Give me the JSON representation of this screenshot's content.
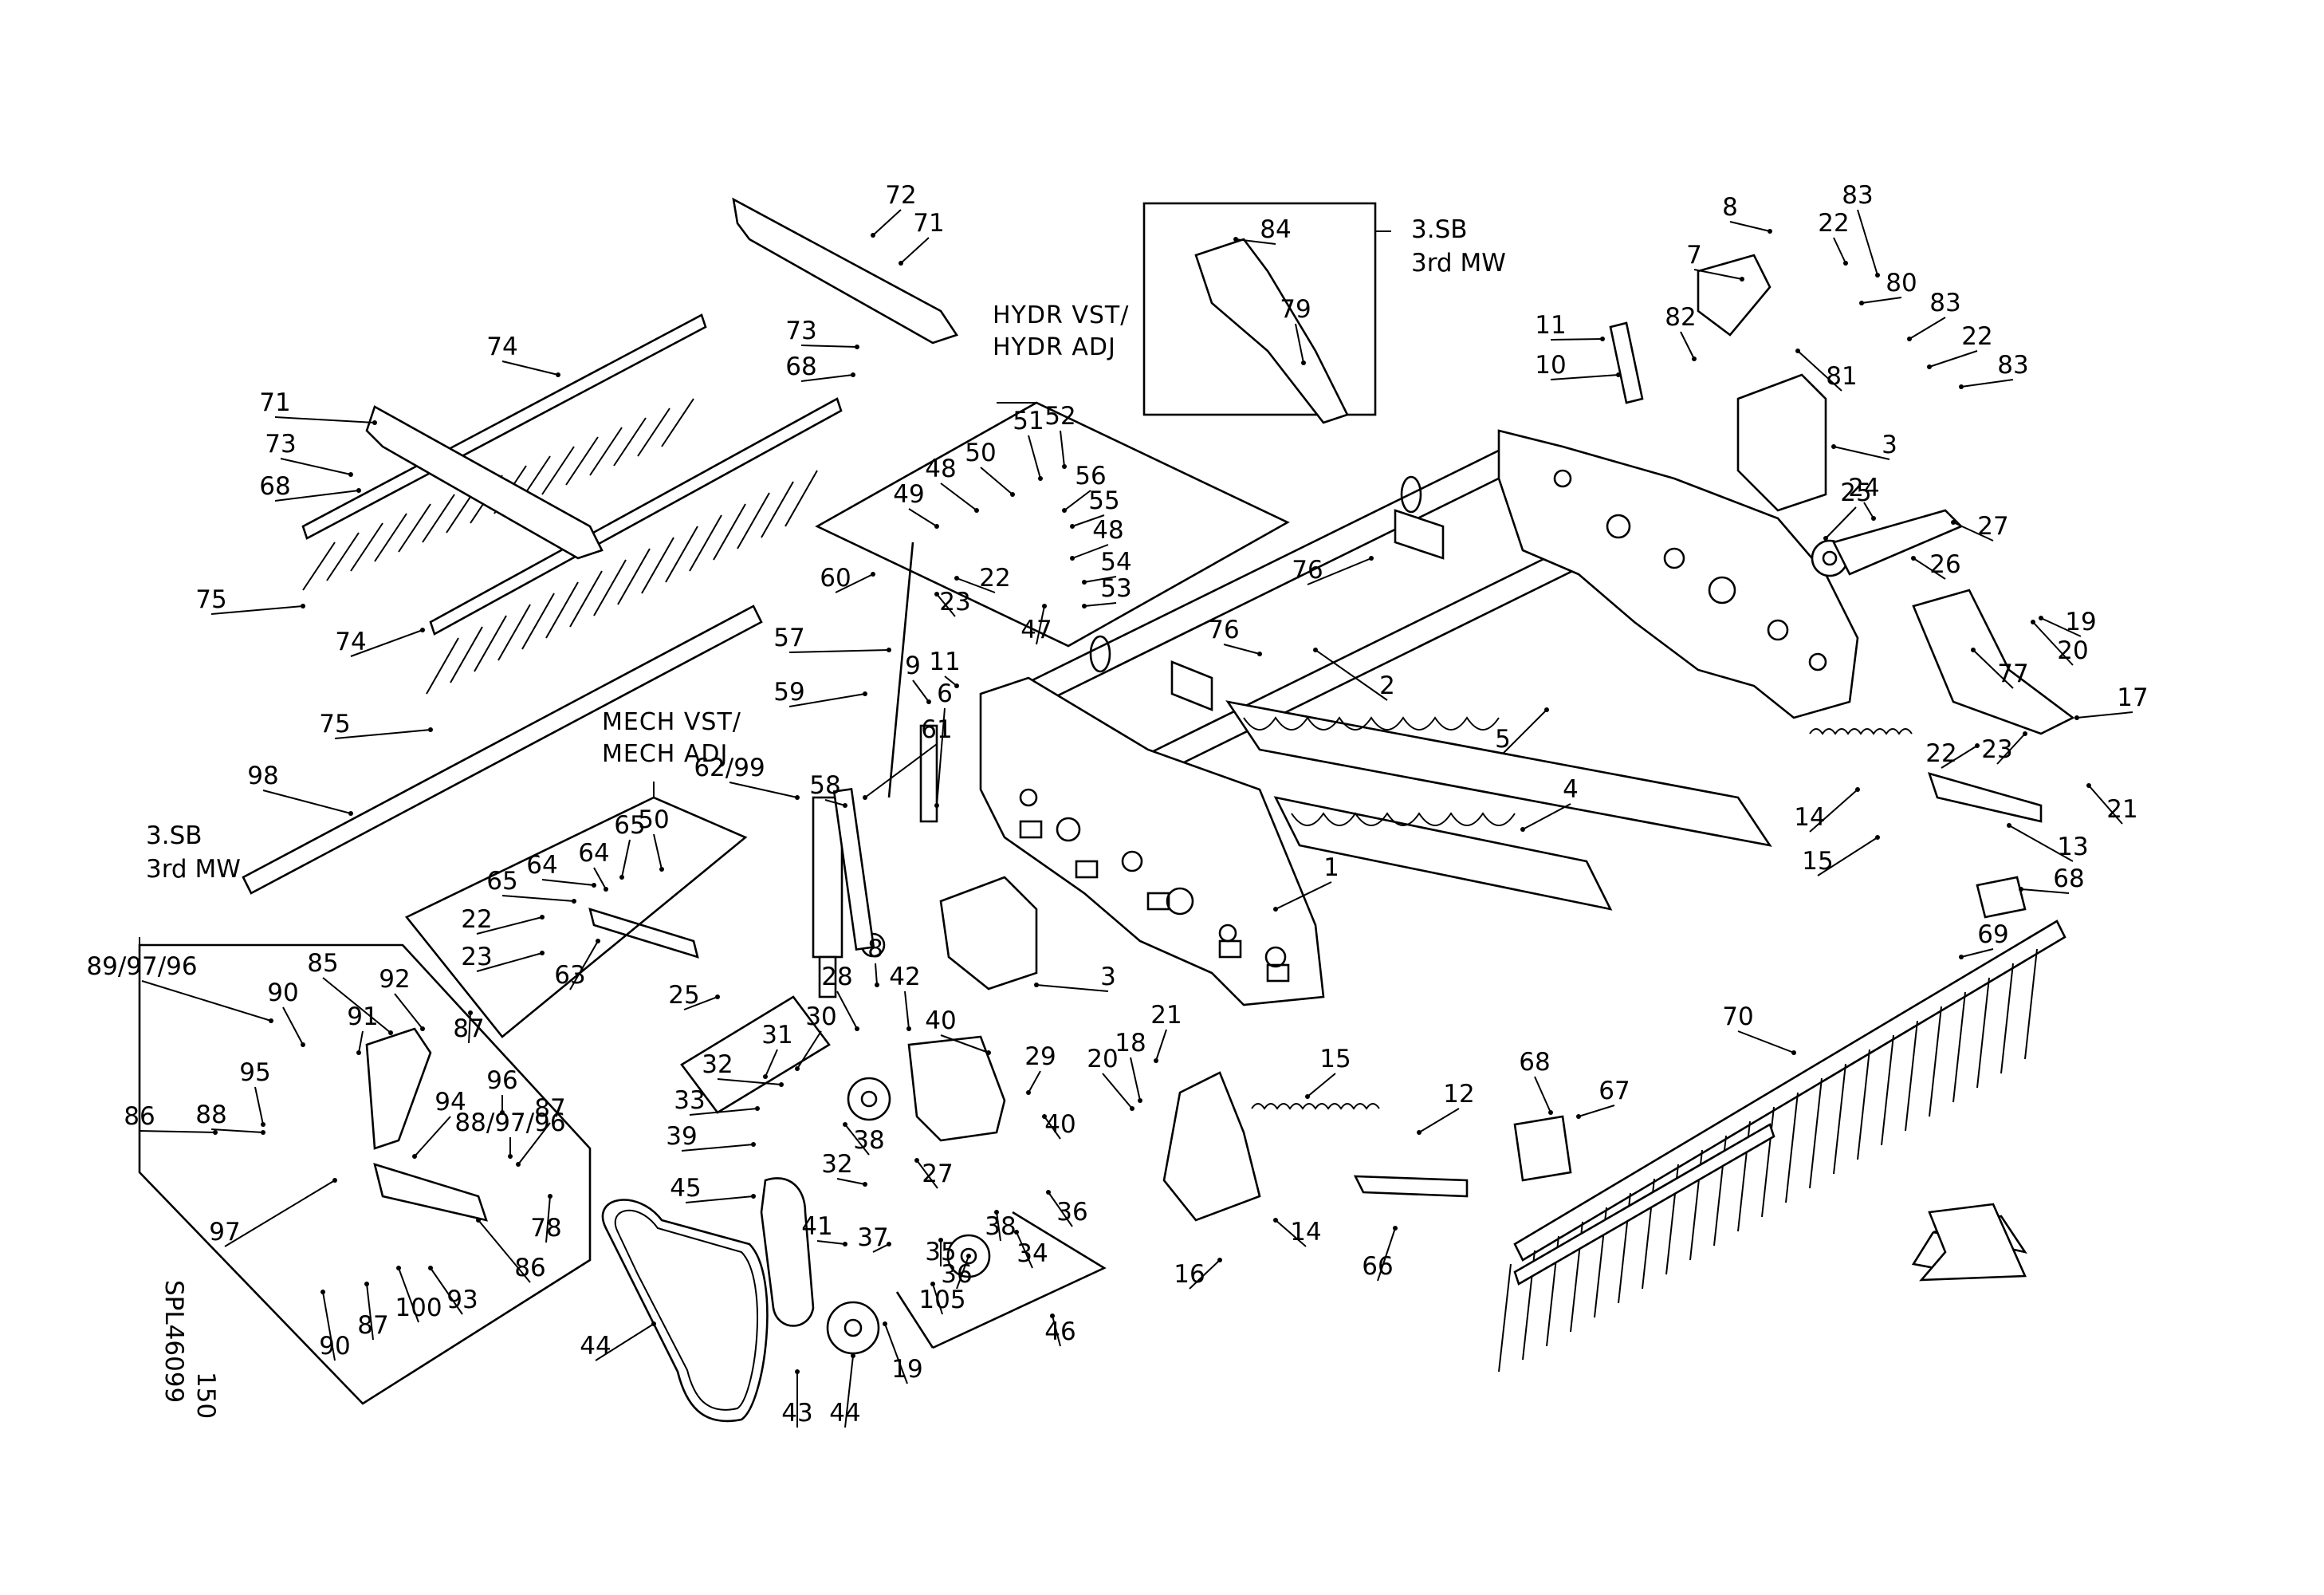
{
  "drawing_id": "SPL46099",
  "page_number": "150",
  "groups": {
    "hydr": {
      "line1": "HYDR VST/",
      "line2": "HYDR ADJ"
    },
    "mech": {
      "line1": "MECH VST/",
      "line2": "MECH ADJ"
    },
    "sb_top": {
      "line1": "3.SB",
      "line2": "3rd MW"
    },
    "sb_left": {
      "line1": "3.SB",
      "line2": "3rd MW"
    }
  },
  "callouts": [
    "72",
    "71",
    "74",
    "71",
    "73",
    "68",
    "73",
    "68",
    "75",
    "74",
    "75",
    "98",
    "60",
    "57",
    "59",
    "49",
    "48",
    "50",
    "51",
    "52",
    "56",
    "55",
    "48",
    "54",
    "53",
    "22",
    "23",
    "47",
    "84",
    "79",
    "8",
    "7",
    "22",
    "83",
    "80",
    "83",
    "22",
    "83",
    "11",
    "10",
    "82",
    "81",
    "3",
    "76",
    "76",
    "2",
    "5",
    "4",
    "1",
    "25",
    "24",
    "27",
    "26",
    "19",
    "20",
    "77",
    "17",
    "23",
    "22",
    "21",
    "14",
    "15",
    "13",
    "9",
    "11",
    "61",
    "58",
    "6",
    "62/99",
    "8",
    "3",
    "65",
    "50",
    "64",
    "65",
    "22",
    "64",
    "23",
    "63",
    "89/97/96",
    "85",
    "92",
    "90",
    "87",
    "91",
    "94",
    "88",
    "95",
    "86",
    "96",
    "87",
    "88/97/96",
    "97",
    "78",
    "86",
    "93",
    "90",
    "87",
    "100",
    "25",
    "28",
    "42",
    "40",
    "29",
    "30",
    "31",
    "32",
    "33",
    "39",
    "38",
    "32",
    "27",
    "40",
    "41",
    "37",
    "35",
    "36",
    "38",
    "34",
    "36",
    "105",
    "46",
    "45",
    "44",
    "43",
    "44",
    "19",
    "20",
    "18",
    "21",
    "16",
    "14",
    "15",
    "12",
    "66",
    "68",
    "67",
    "68",
    "69",
    "70"
  ]
}
